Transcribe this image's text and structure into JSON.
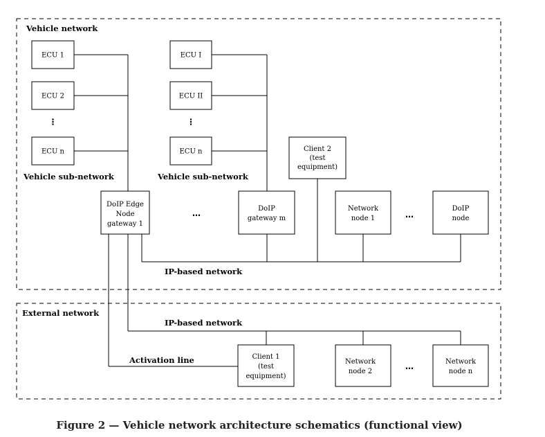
{
  "regions": {
    "vehicle_network": "Vehicle network",
    "external_network": "External network"
  },
  "labels": {
    "sub_network_left": "Vehicle sub-network",
    "sub_network_right": "Vehicle sub-network",
    "ip_network_vehicle": "IP-based network",
    "ip_network_external": "IP-based network",
    "activation_line": "Activation line"
  },
  "ecus_left": [
    "ECU 1",
    "ECU 2",
    "ECU n"
  ],
  "ecus_right": [
    "ECU I",
    "ECU II",
    "ECU n"
  ],
  "vertical_ellipsis": "⋮",
  "horizontal_ellipsis": "…",
  "nodes": {
    "edge_gateway": [
      "DoIP Edge",
      "Node",
      "gateway 1"
    ],
    "gateway_m": [
      "DoIP",
      "gateway m"
    ],
    "client2": [
      "Client 2",
      "(test",
      "equipment)"
    ],
    "network_node_1": [
      "Network",
      "node 1"
    ],
    "doip_node": [
      "DoIP",
      "node"
    ],
    "client1": [
      "Client 1",
      "(test",
      "equipment)"
    ],
    "network_node_2": [
      "Network",
      "node 2"
    ],
    "network_node_n": [
      "Network",
      "node n"
    ]
  },
  "caption": "Figure 2 — Vehicle network architecture schematics (functional view)"
}
